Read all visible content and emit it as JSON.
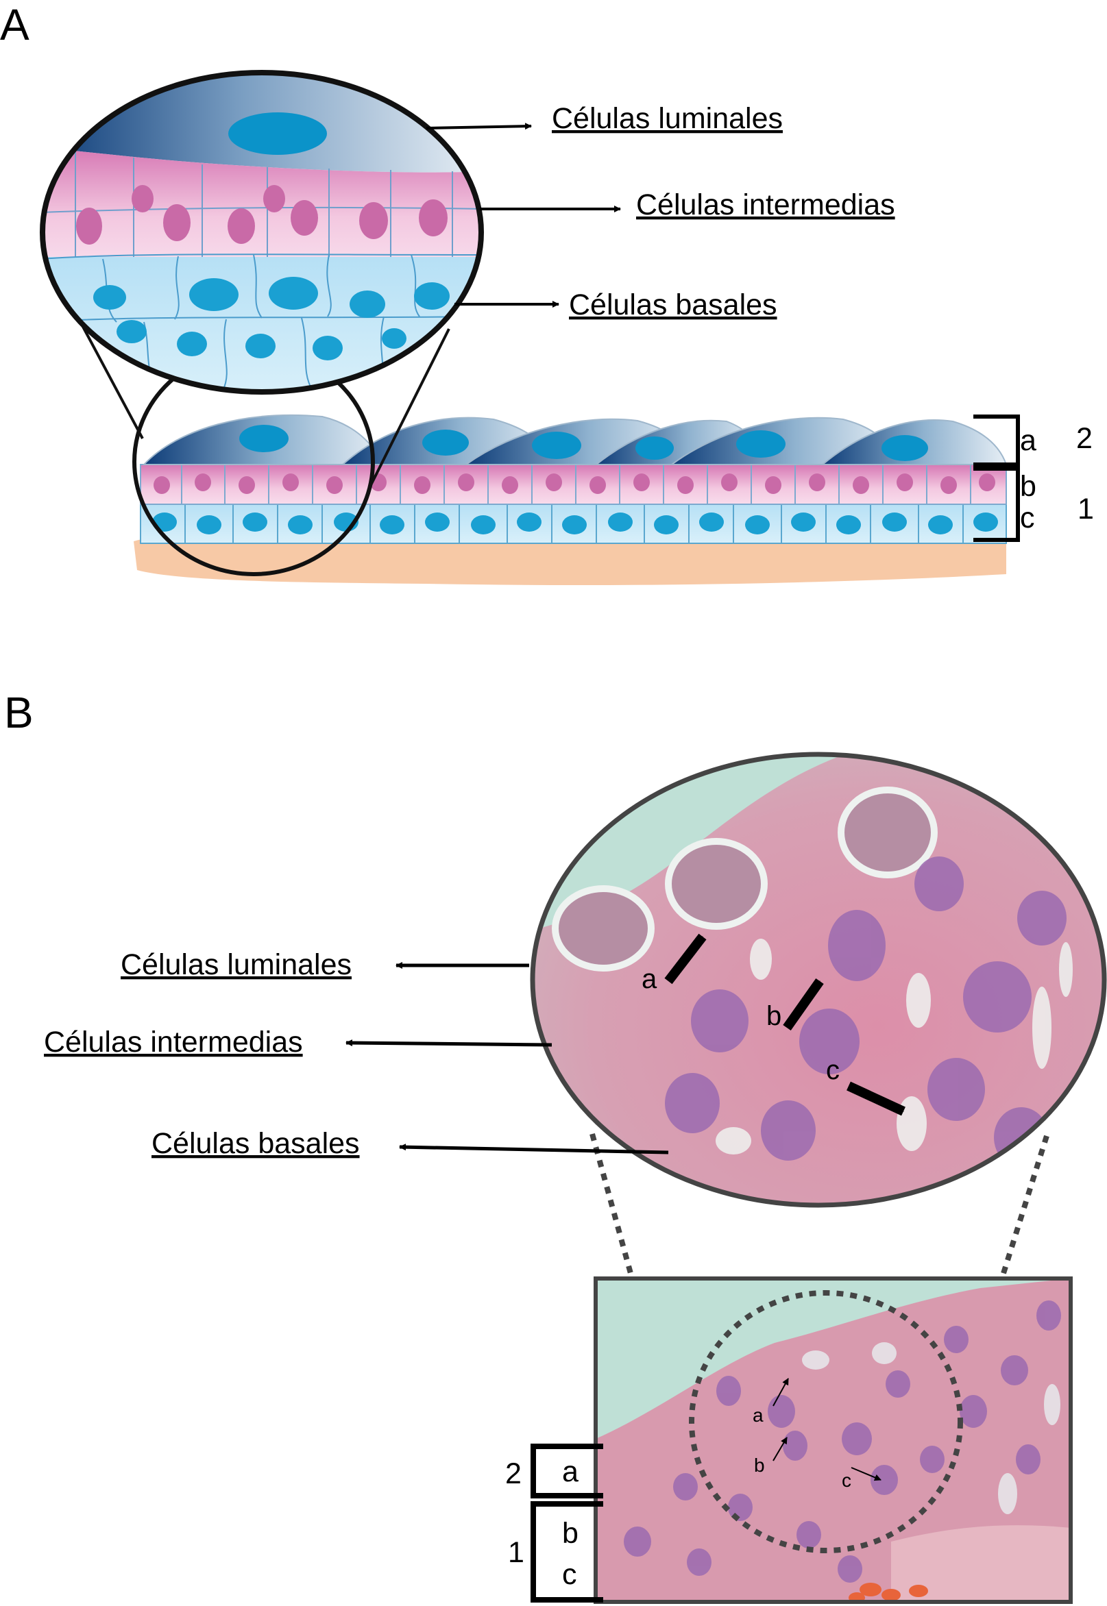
{
  "panel_a": {
    "letter": "A",
    "labels": {
      "luminal": "Células luminales",
      "intermediate": "Células intermedias",
      "basal": "Células basales"
    },
    "brackets": {
      "a": "a",
      "b": "b",
      "c": "c",
      "group_luminal": "2",
      "group_basal": "1"
    }
  },
  "panel_b": {
    "letter": "B",
    "labels": {
      "luminal": "Células luminales",
      "intermediate": "Células intermedias",
      "basal": "Células basales"
    },
    "micrograph_markers": {
      "a": "a",
      "b": "b",
      "c": "c"
    },
    "brackets": {
      "a": "a",
      "b": "b",
      "c": "c",
      "group_luminal": "2",
      "group_basal": "1"
    }
  },
  "colors": {
    "luminal_nucleus": "#0b93c9",
    "luminal_dark": "#0d3c78",
    "intermediate_cell": "#f2c6de",
    "intermediate_nucleus": "#c96aa7",
    "basal_cell": "#c8e8f7",
    "basal_nucleus": "#1aa0d2",
    "stroma": "#f7c9a6",
    "histology_background": "#bfe0d6",
    "histology_tissue": "#d99aae",
    "histology_nucleus": "#9b6bb0"
  }
}
